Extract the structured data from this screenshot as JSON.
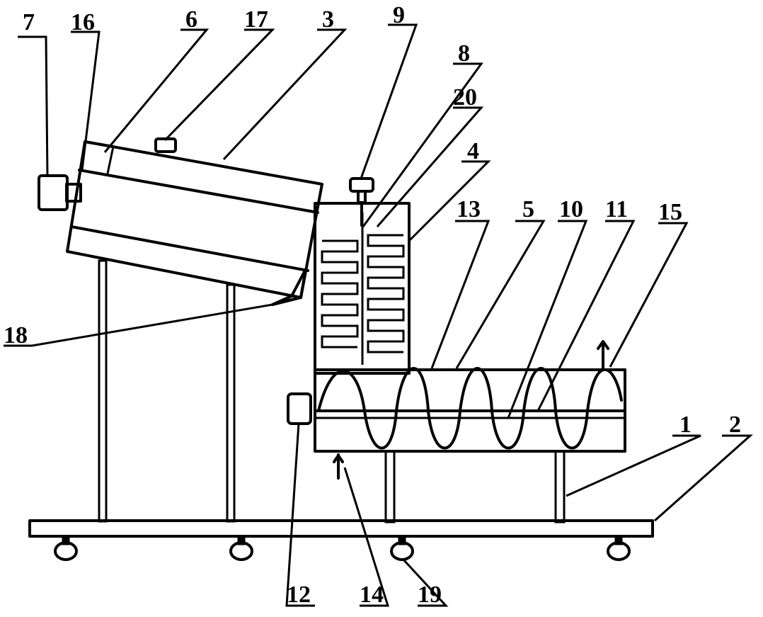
{
  "labels": {
    "n1": "1",
    "n2": "2",
    "n3": "3",
    "n4": "4",
    "n5": "5",
    "n6": "6",
    "n7": "7",
    "n8": "8",
    "n9": "9",
    "n10": "10",
    "n11": "11",
    "n12": "12",
    "n13": "13",
    "n14": "14",
    "n15": "15",
    "n16": "16",
    "n17": "17",
    "n18": "18",
    "n19": "19",
    "n20": "20"
  },
  "colors": {
    "ink": "#000000",
    "paper": "#ffffff"
  }
}
